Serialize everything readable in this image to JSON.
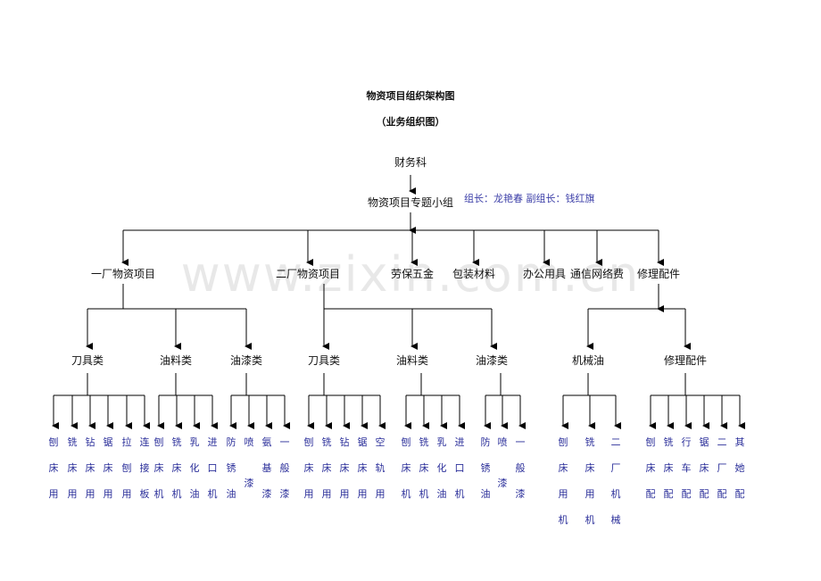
{
  "title": "物资项目组织架构图",
  "subtitle": "（业务组织图）",
  "watermark": "www.zixin.com.cn",
  "root": {
    "label": "财务科"
  },
  "group": {
    "label": "物资项目专题小组",
    "note": "组长：龙艳春  副组长：钱红旗"
  },
  "level1": [
    {
      "label": "一厂物资项目"
    },
    {
      "label": "二厂物资项目"
    },
    {
      "label": "劳保五金"
    },
    {
      "label": "包装材料"
    },
    {
      "label": "办公用具"
    },
    {
      "label": "通信网络费"
    },
    {
      "label": "修理配件"
    }
  ],
  "level2": [
    {
      "label": "刀具类"
    },
    {
      "label": "油料类"
    },
    {
      "label": "油漆类"
    },
    {
      "label": "刀具类"
    },
    {
      "label": "油料类"
    },
    {
      "label": "油漆类"
    },
    {
      "label": "机械油"
    },
    {
      "label": "修理配件"
    }
  ],
  "leaves": [
    [
      "刨",
      "床",
      "用"
    ],
    [
      "铣",
      "床",
      "用"
    ],
    [
      "钻",
      "床",
      "用"
    ],
    [
      "锯",
      "床",
      "用"
    ],
    [
      "拉",
      "刨",
      "用"
    ],
    [
      "连",
      "接",
      "板"
    ],
    [
      "刨",
      "床",
      "机"
    ],
    [
      "铣",
      "床",
      "机"
    ],
    [
      "乳",
      "化",
      "油"
    ],
    [
      "进",
      "口",
      "机"
    ],
    [
      "防",
      "锈",
      "油"
    ],
    [
      "喷",
      "漆"
    ],
    [
      "氨",
      "基",
      "漆"
    ],
    [
      "一",
      "般",
      "漆"
    ],
    [
      "刨",
      "床",
      "用"
    ],
    [
      "铣",
      "床",
      "用"
    ],
    [
      "钻",
      "床",
      "用"
    ],
    [
      "锯",
      "床",
      "用"
    ],
    [
      "空",
      "轨",
      "用"
    ],
    [
      "刨",
      "床",
      "机"
    ],
    [
      "铣",
      "床",
      "机"
    ],
    [
      "乳",
      "化",
      "油"
    ],
    [
      "进",
      "口",
      "机"
    ],
    [
      "防",
      "锈",
      "油"
    ],
    [
      "喷",
      "漆"
    ],
    [
      "一",
      "般",
      "漆"
    ],
    [
      "刨",
      "床",
      "用",
      "机"
    ],
    [
      "铣",
      "床",
      "用",
      "机"
    ],
    [
      "二",
      "厂",
      "机",
      "械"
    ],
    [
      "刨",
      "床",
      "配"
    ],
    [
      "铣",
      "床",
      "配"
    ],
    [
      "行",
      "车",
      "配"
    ],
    [
      "锯",
      "床",
      "配"
    ],
    [
      "二",
      "厂",
      "配"
    ],
    [
      "其",
      "她",
      "配"
    ]
  ]
}
